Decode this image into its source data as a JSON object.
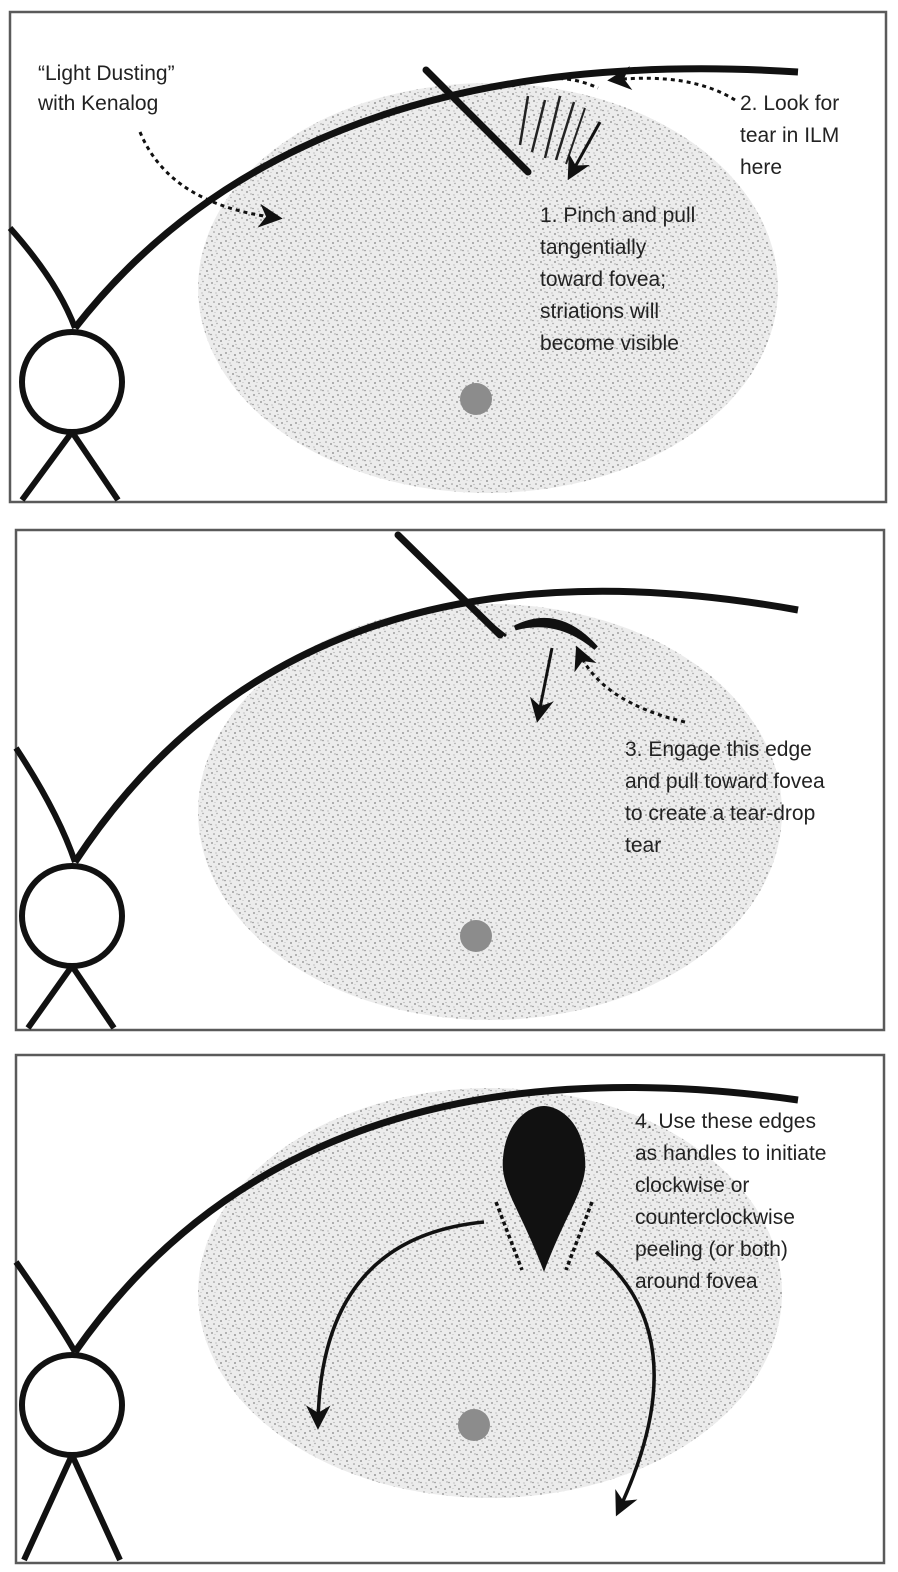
{
  "colors": {
    "ink": "#111111",
    "frame": "#5a5a5a",
    "stipple": "#9a9a9a",
    "fovea": "#8c8c8c",
    "text": "#222222"
  },
  "panel1": {
    "dusting_label": [
      "“Light Dusting”",
      "with Kenalog"
    ],
    "step1_label": [
      "1. Pinch and pull",
      "tangentially",
      "toward fovea;",
      "striations will",
      "become visible"
    ],
    "step2_label": [
      "2. Look for",
      "tear in ILM",
      "here"
    ]
  },
  "panel2": {
    "step3_label": [
      "3. Engage this edge",
      "and pull toward fovea",
      "to create a tear-drop",
      "tear"
    ]
  },
  "panel3": {
    "step4_label": [
      "4. Use these edges",
      "as handles to initiate",
      "clockwise or",
      "counterclockwise",
      "peeling (or both)",
      "around fovea"
    ]
  }
}
